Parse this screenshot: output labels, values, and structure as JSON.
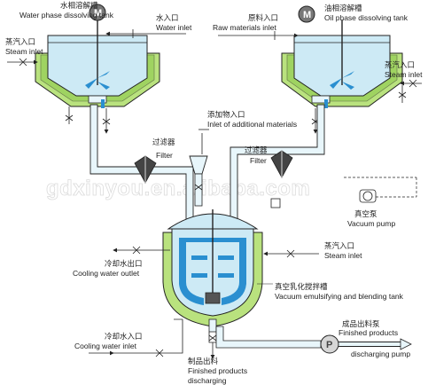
{
  "labels": {
    "water_tank_cn": "水相溶解槽",
    "water_tank_en": "Water phase dissolving tank",
    "water_inlet_cn": "水入口",
    "water_inlet_en": "Water inlet",
    "raw_inlet_cn": "原料入口",
    "raw_inlet_en": "Raw materials inlet",
    "oil_tank_cn": "油相溶解槽",
    "oil_tank_en": "Oil phase dissolving tank",
    "steam_left_cn": "蒸汽入口",
    "steam_left_en": "Steam inlet",
    "steam_right_cn": "蒸汽入口",
    "steam_right_en": "Steam inlet",
    "additive_cn": "添加物入口",
    "additive_en": "Inlet of additional materials",
    "filter_left_cn": "过滤器",
    "filter_left_en": "Filter",
    "filter_right_cn": "过滤器",
    "filter_right_en": "Filter",
    "vacuum_pump_cn": "真空泵",
    "vacuum_pump_en": "Vacuum pump",
    "cooling_out_cn": "冷却水出口",
    "cooling_out_en": "Cooling water outlet",
    "steam_main_cn": "蒸汽入口",
    "steam_main_en": "Steam inlet",
    "emulsify_cn": "真空乳化搅拌槽",
    "emulsify_en": "Vacuum emulsifying and blending tank",
    "cooling_in_cn": "冷却水入口",
    "cooling_in_en": "Cooling water inlet",
    "discharge_pump_cn": "成品出料泵",
    "discharge_pump_en1": "Finished products",
    "discharge_pump_en2": "discharging pump",
    "discharge_cn": "制品出料",
    "discharge_en1": "Finished products",
    "discharge_en2": "discharging"
  },
  "watermark": "gdxinyou.en.alibaba.com",
  "motor_letter": "M",
  "pump_letter": "P",
  "colors": {
    "tank_fill": "#cdeaf5",
    "jacket_green": "#b9e27e",
    "jacket_dark": "#8fca4f",
    "pipe_fill": "#e8f6fb",
    "agitator_blue": "#2a8fd0",
    "outline": "#1a1a1a"
  }
}
